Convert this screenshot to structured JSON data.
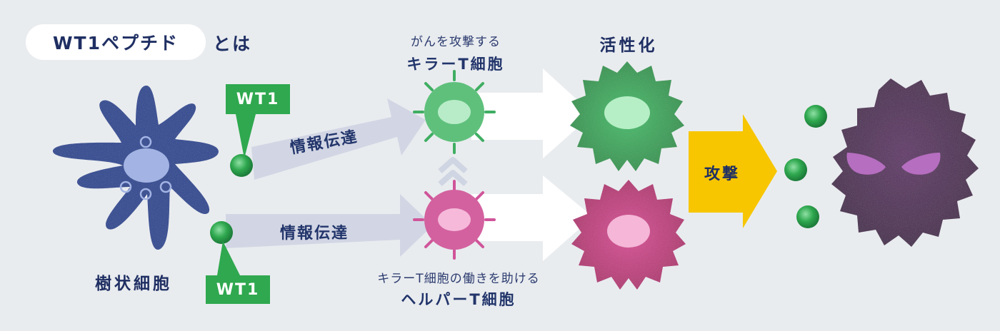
{
  "title": {
    "main": "WT1ペプチド",
    "suffix": "とは"
  },
  "dendritic_cell": {
    "label": "樹状細胞"
  },
  "antigen_tags": {
    "top": "WT1",
    "bottom": "WT1"
  },
  "signal_arrows": {
    "top": "情報伝達",
    "bottom": "情報伝達"
  },
  "killer_t_cell": {
    "caption": "がんを攻撃する",
    "name": "キラーT細胞"
  },
  "helper_t_cell": {
    "caption": "キラーT細胞の働きを助ける",
    "name": "ヘルパーT細胞"
  },
  "activation": {
    "label": "活性化"
  },
  "attack": {
    "label": "攻撃"
  },
  "colors": {
    "background": "#e9ecef",
    "dendritic": "#1f3f8f",
    "antigen": "#2fa84f",
    "killer": "#2e9f52",
    "helper": "#c2337f",
    "attack_arrow": "#f7c600",
    "cancer": "#4a2250"
  }
}
